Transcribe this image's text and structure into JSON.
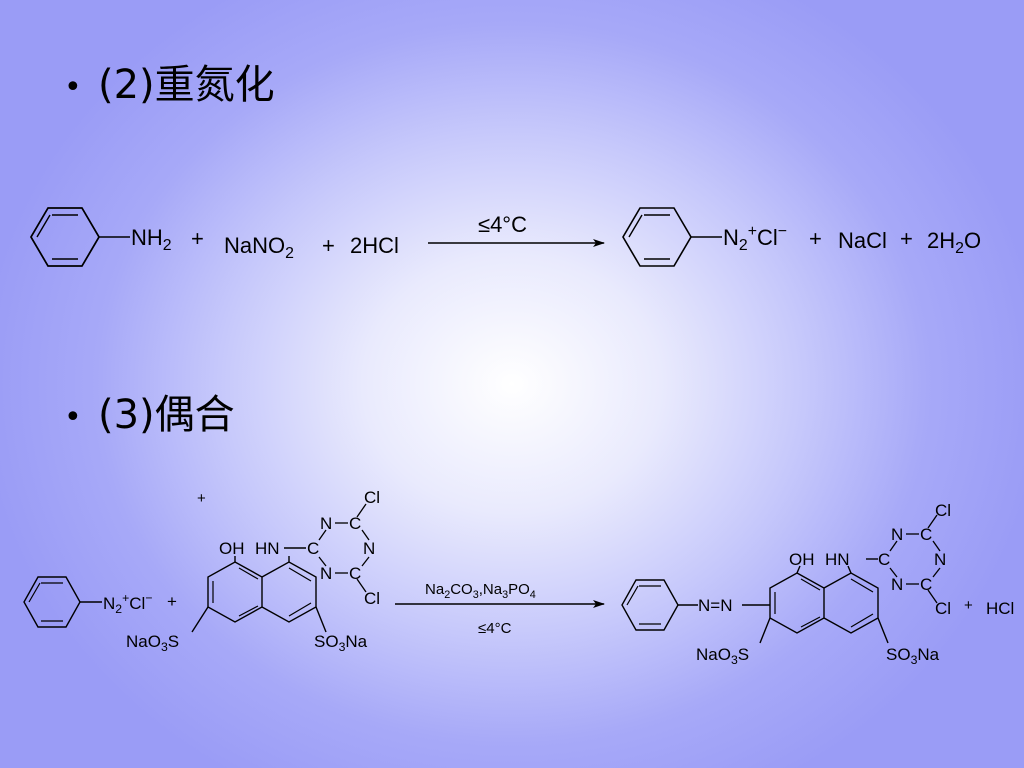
{
  "bullets": [
    {
      "marker": "•",
      "text": "(2)重氮化"
    },
    {
      "marker": "•",
      "text": "(3)偶合"
    }
  ],
  "reaction1": {
    "amine": {
      "main": "NH",
      "sub": "2"
    },
    "plus1": "+",
    "nitrite": {
      "main": "NaNO",
      "sub": "2"
    },
    "plus2": "+",
    "acid": "2HCl",
    "condition": "≤4°C",
    "diazo": {
      "main": "N",
      "sub": "2",
      "sup": "+",
      "anion": "Cl",
      "anion_sup": "−"
    },
    "plus3": "+",
    "salt": "NaCl",
    "plus4": "+",
    "water": {
      "pre": "2H",
      "sub": "2",
      "post": "O"
    }
  },
  "reaction2": {
    "diazo": {
      "main": "N",
      "sub": "2",
      "sup": "+",
      "anion": "Cl",
      "anion_sup": "−"
    },
    "plus1": "+",
    "top_plus": "+",
    "coupler": {
      "oh": "OH",
      "hn": "HN",
      "so3na_left": {
        "pre": "NaO",
        "sub": "3",
        "post": "S"
      },
      "so3na_right": {
        "pre": "SO",
        "sub": "3",
        "post": "Na"
      },
      "triazine": {
        "c": "C",
        "n": "N",
        "cl": "Cl"
      }
    },
    "condition_top": {
      "a": "Na",
      "a_sub": "2",
      "b": "CO",
      "b_sub": "3",
      "c": ",Na",
      "c_sub": "3",
      "d": "PO",
      "d_sub": "4"
    },
    "condition_bottom": "≤4°C",
    "product": {
      "azo": "N=N",
      "oh": "OH",
      "hn": "HN",
      "so3na_left": {
        "pre": "NaO",
        "sub": "3",
        "post": "S"
      },
      "so3na_right": {
        "pre": "SO",
        "sub": "3",
        "post": "Na"
      },
      "triazine": {
        "c": "C",
        "n": "N",
        "cl": "Cl"
      }
    },
    "plus2": "+",
    "hcl": "HCl"
  }
}
